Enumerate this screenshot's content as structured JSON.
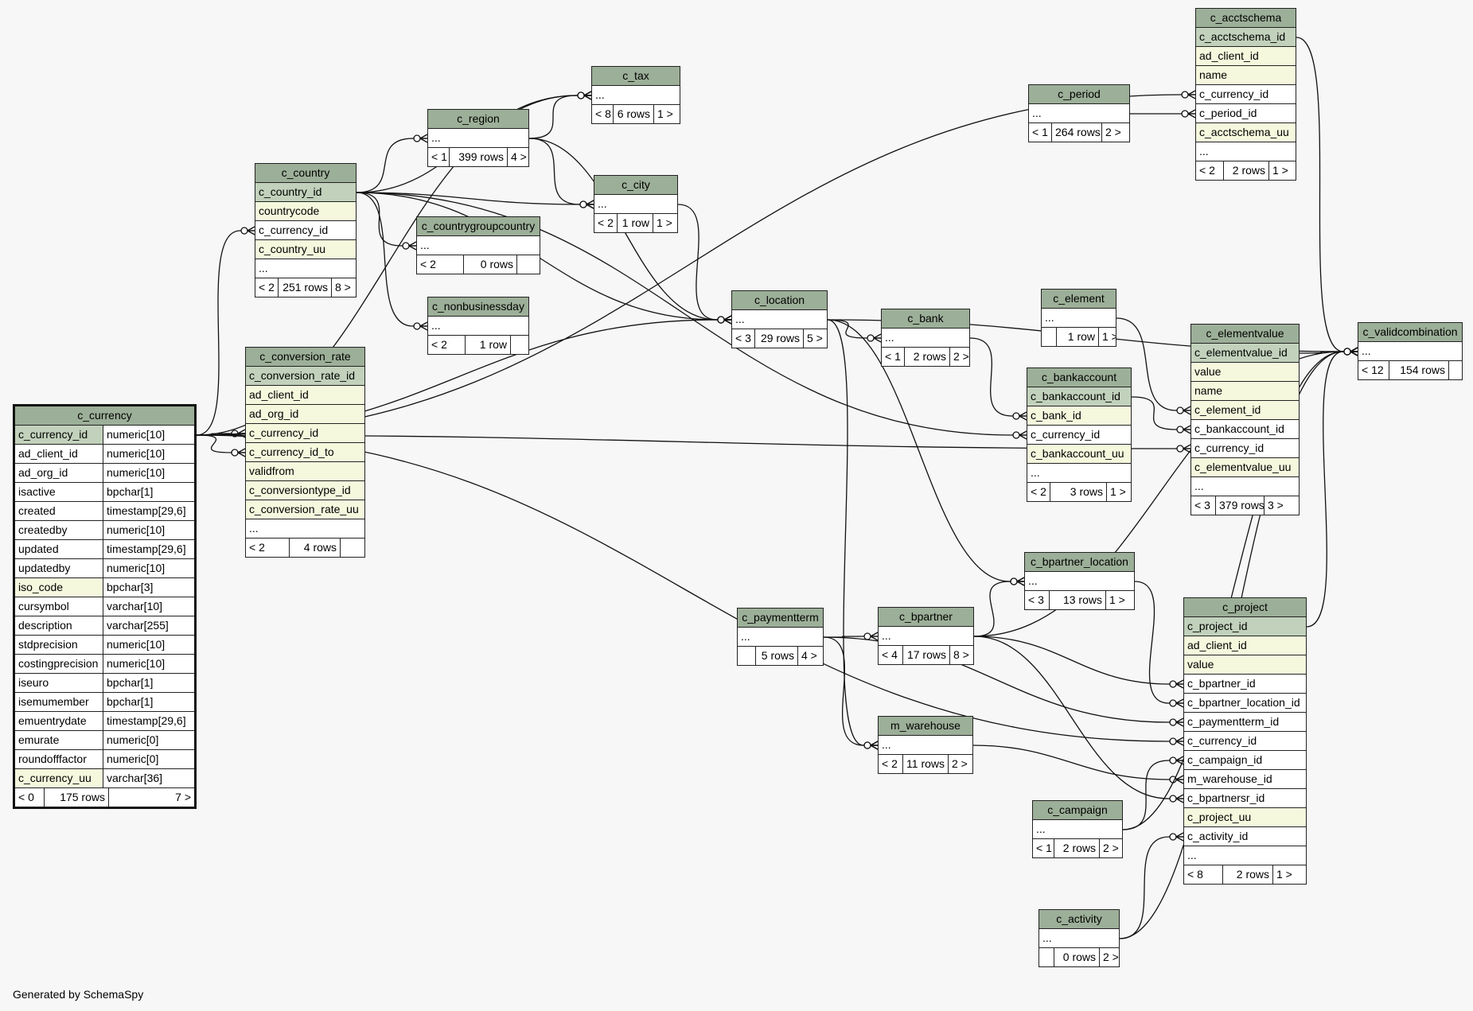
{
  "footer_text": "Generated by SchemaSpy",
  "colors": {
    "header": "#9caf98",
    "primary_key": "#c1d1bb",
    "indexed": "#f5f8dd",
    "plain": "#ffffff",
    "background": "#f7f7f7",
    "edge": "#111111"
  },
  "tables": [
    {
      "id": "c_currency",
      "name": "c_currency",
      "main": true,
      "columns": [
        {
          "name": "c_currency_id",
          "type": "numeric[10]",
          "kind": "pk"
        },
        {
          "name": "ad_client_id",
          "type": "numeric[10]",
          "kind": "plain"
        },
        {
          "name": "ad_org_id",
          "type": "numeric[10]",
          "kind": "plain"
        },
        {
          "name": "isactive",
          "type": "bpchar[1]",
          "kind": "plain"
        },
        {
          "name": "created",
          "type": "timestamp[29,6]",
          "kind": "plain"
        },
        {
          "name": "createdby",
          "type": "numeric[10]",
          "kind": "plain"
        },
        {
          "name": "updated",
          "type": "timestamp[29,6]",
          "kind": "plain"
        },
        {
          "name": "updatedby",
          "type": "numeric[10]",
          "kind": "plain"
        },
        {
          "name": "iso_code",
          "type": "bpchar[3]",
          "kind": "idx"
        },
        {
          "name": "cursymbol",
          "type": "varchar[10]",
          "kind": "plain"
        },
        {
          "name": "description",
          "type": "varchar[255]",
          "kind": "plain"
        },
        {
          "name": "stdprecision",
          "type": "numeric[10]",
          "kind": "plain"
        },
        {
          "name": "costingprecision",
          "type": "numeric[10]",
          "kind": "plain"
        },
        {
          "name": "iseuro",
          "type": "bpchar[1]",
          "kind": "plain"
        },
        {
          "name": "isemumember",
          "type": "bpchar[1]",
          "kind": "plain"
        },
        {
          "name": "emuentrydate",
          "type": "timestamp[29,6]",
          "kind": "plain"
        },
        {
          "name": "emurate",
          "type": "numeric[0]",
          "kind": "plain"
        },
        {
          "name": "roundofffactor",
          "type": "numeric[0]",
          "kind": "plain"
        },
        {
          "name": "c_currency_uu",
          "type": "varchar[36]",
          "kind": "idx"
        }
      ],
      "footer": [
        "< 0",
        "175 rows",
        "7 >"
      ]
    },
    {
      "id": "c_country",
      "name": "c_country",
      "columns": [
        {
          "name": "c_country_id",
          "kind": "pk"
        },
        {
          "name": "countrycode",
          "kind": "idx"
        },
        {
          "name": "c_currency_id",
          "kind": "plain"
        },
        {
          "name": "c_country_uu",
          "kind": "idx"
        },
        {
          "name": "...",
          "kind": "plain"
        }
      ],
      "footer": [
        "< 2",
        "251 rows",
        "8 >"
      ]
    },
    {
      "id": "c_conversion_rate",
      "name": "c_conversion_rate",
      "columns": [
        {
          "name": "c_conversion_rate_id",
          "kind": "pk"
        },
        {
          "name": "ad_client_id",
          "kind": "idx"
        },
        {
          "name": "ad_org_id",
          "kind": "idx"
        },
        {
          "name": "c_currency_id",
          "kind": "idx"
        },
        {
          "name": "c_currency_id_to",
          "kind": "idx"
        },
        {
          "name": "validfrom",
          "kind": "idx"
        },
        {
          "name": "c_conversiontype_id",
          "kind": "idx"
        },
        {
          "name": "c_conversion_rate_uu",
          "kind": "idx"
        },
        {
          "name": "...",
          "kind": "plain"
        }
      ],
      "footer": [
        "< 2",
        "4 rows",
        ""
      ]
    },
    {
      "id": "c_region",
      "name": "c_region",
      "columns": [
        {
          "name": "...",
          "kind": "plain"
        }
      ],
      "footer": [
        "< 1",
        "399 rows",
        "4 >"
      ]
    },
    {
      "id": "c_tax",
      "name": "c_tax",
      "columns": [
        {
          "name": "...",
          "kind": "plain"
        }
      ],
      "footer": [
        "< 8",
        "6 rows",
        "1 >"
      ]
    },
    {
      "id": "c_city",
      "name": "c_city",
      "columns": [
        {
          "name": "...",
          "kind": "plain"
        }
      ],
      "footer": [
        "< 2",
        "1 row",
        "1 >"
      ]
    },
    {
      "id": "c_countrygroupcountry",
      "name": "c_countrygroupcountry",
      "columns": [
        {
          "name": "...",
          "kind": "plain"
        }
      ],
      "footer": [
        "< 2",
        "0 rows",
        ""
      ]
    },
    {
      "id": "c_nonbusinessday",
      "name": "c_nonbusinessday",
      "columns": [
        {
          "name": "...",
          "kind": "plain"
        }
      ],
      "footer": [
        "< 2",
        "1 row",
        ""
      ]
    },
    {
      "id": "c_location",
      "name": "c_location",
      "columns": [
        {
          "name": "...",
          "kind": "plain"
        }
      ],
      "footer": [
        "< 3",
        "29 rows",
        "5 >"
      ]
    },
    {
      "id": "c_bank",
      "name": "c_bank",
      "columns": [
        {
          "name": "...",
          "kind": "plain"
        }
      ],
      "footer": [
        "< 1",
        "2 rows",
        "2 >"
      ]
    },
    {
      "id": "c_period",
      "name": "c_period",
      "columns": [
        {
          "name": "...",
          "kind": "plain"
        }
      ],
      "footer": [
        "< 1",
        "264 rows",
        "2 >"
      ]
    },
    {
      "id": "c_acctschema",
      "name": "c_acctschema",
      "columns": [
        {
          "name": "c_acctschema_id",
          "kind": "pk"
        },
        {
          "name": "ad_client_id",
          "kind": "idx"
        },
        {
          "name": "name",
          "kind": "idx"
        },
        {
          "name": "c_currency_id",
          "kind": "plain"
        },
        {
          "name": "c_period_id",
          "kind": "plain"
        },
        {
          "name": "c_acctschema_uu",
          "kind": "idx"
        },
        {
          "name": "...",
          "kind": "plain"
        }
      ],
      "footer": [
        "< 2",
        "2 rows",
        "1 >"
      ]
    },
    {
      "id": "c_element",
      "name": "c_element",
      "columns": [
        {
          "name": "...",
          "kind": "plain"
        }
      ],
      "footer": [
        "",
        "1 row",
        "1 >"
      ]
    },
    {
      "id": "c_bankaccount",
      "name": "c_bankaccount",
      "columns": [
        {
          "name": "c_bankaccount_id",
          "kind": "pk"
        },
        {
          "name": "c_bank_id",
          "kind": "idx"
        },
        {
          "name": "c_currency_id",
          "kind": "plain"
        },
        {
          "name": "c_bankaccount_uu",
          "kind": "idx"
        },
        {
          "name": "...",
          "kind": "plain"
        }
      ],
      "footer": [
        "< 2",
        "3 rows",
        "1 >"
      ]
    },
    {
      "id": "c_elementvalue",
      "name": "c_elementvalue",
      "columns": [
        {
          "name": "c_elementvalue_id",
          "kind": "pk"
        },
        {
          "name": "value",
          "kind": "idx"
        },
        {
          "name": "name",
          "kind": "idx"
        },
        {
          "name": "c_element_id",
          "kind": "idx"
        },
        {
          "name": "c_bankaccount_id",
          "kind": "plain"
        },
        {
          "name": "c_currency_id",
          "kind": "plain"
        },
        {
          "name": "c_elementvalue_uu",
          "kind": "idx"
        },
        {
          "name": "...",
          "kind": "plain"
        }
      ],
      "footer": [
        "< 3",
        "379 rows",
        "3 >"
      ]
    },
    {
      "id": "c_validcombination",
      "name": "c_validcombination",
      "columns": [
        {
          "name": "...",
          "kind": "plain"
        }
      ],
      "footer": [
        "< 12",
        "154 rows",
        ""
      ]
    },
    {
      "id": "c_bpartner_location",
      "name": "c_bpartner_location",
      "columns": [
        {
          "name": "...",
          "kind": "plain"
        }
      ],
      "footer": [
        "< 3",
        "13 rows",
        "1 >"
      ]
    },
    {
      "id": "c_paymentterm",
      "name": "c_paymentterm",
      "columns": [
        {
          "name": "...",
          "kind": "plain"
        }
      ],
      "footer": [
        "",
        "5 rows",
        "4 >"
      ]
    },
    {
      "id": "c_bpartner",
      "name": "c_bpartner",
      "columns": [
        {
          "name": "...",
          "kind": "plain"
        }
      ],
      "footer": [
        "< 4",
        "17 rows",
        "8 >"
      ]
    },
    {
      "id": "m_warehouse",
      "name": "m_warehouse",
      "columns": [
        {
          "name": "...",
          "kind": "plain"
        }
      ],
      "footer": [
        "< 2",
        "11 rows",
        "2 >"
      ]
    },
    {
      "id": "c_project",
      "name": "c_project",
      "columns": [
        {
          "name": "c_project_id",
          "kind": "pk"
        },
        {
          "name": "ad_client_id",
          "kind": "idx"
        },
        {
          "name": "value",
          "kind": "idx"
        },
        {
          "name": "c_bpartner_id",
          "kind": "plain"
        },
        {
          "name": "c_bpartner_location_id",
          "kind": "plain"
        },
        {
          "name": "c_paymentterm_id",
          "kind": "plain"
        },
        {
          "name": "c_currency_id",
          "kind": "plain"
        },
        {
          "name": "c_campaign_id",
          "kind": "plain"
        },
        {
          "name": "m_warehouse_id",
          "kind": "plain"
        },
        {
          "name": "c_bpartnersr_id",
          "kind": "plain"
        },
        {
          "name": "c_project_uu",
          "kind": "idx"
        },
        {
          "name": "c_activity_id",
          "kind": "plain"
        },
        {
          "name": "...",
          "kind": "plain"
        }
      ],
      "footer": [
        "< 8",
        "2 rows",
        "1 >"
      ]
    },
    {
      "id": "c_campaign",
      "name": "c_campaign",
      "columns": [
        {
          "name": "...",
          "kind": "plain"
        }
      ],
      "footer": [
        "< 1",
        "2 rows",
        "2 >"
      ]
    },
    {
      "id": "c_activity",
      "name": "c_activity",
      "columns": [
        {
          "name": "...",
          "kind": "plain"
        }
      ],
      "footer": [
        "",
        "0 rows",
        "2 >"
      ]
    }
  ],
  "relationships": [
    {
      "from": "c_country",
      "fromCol": "c_country_id",
      "to": "c_region"
    },
    {
      "from": "c_country",
      "fromCol": "c_country_id",
      "to": "c_tax"
    },
    {
      "from": "c_country",
      "fromCol": "c_country_id",
      "to": "c_city"
    },
    {
      "from": "c_country",
      "fromCol": "c_country_id",
      "to": "c_countrygroupcountry"
    },
    {
      "from": "c_country",
      "fromCol": "c_country_id",
      "to": "c_nonbusinessday"
    },
    {
      "from": "c_country",
      "fromCol": "c_country_id",
      "to": "c_location"
    },
    {
      "from": "c_country",
      "fromCol": "c_country_id",
      "to": "c_bankaccount",
      "toCol": "c_currency_id"
    },
    {
      "from": "c_region",
      "to": "c_tax"
    },
    {
      "from": "c_region",
      "to": "c_city"
    },
    {
      "from": "c_region",
      "to": "c_location"
    },
    {
      "from": "c_city",
      "to": "c_location"
    },
    {
      "from": "c_currency",
      "fromCol": "c_currency_id",
      "to": "c_country",
      "toCol": "c_currency_id"
    },
    {
      "from": "c_currency",
      "fromCol": "c_currency_id",
      "to": "c_conversion_rate",
      "toCol": "c_currency_id"
    },
    {
      "from": "c_currency",
      "fromCol": "c_currency_id",
      "to": "c_conversion_rate",
      "toCol": "c_currency_id_to"
    },
    {
      "from": "c_currency",
      "fromCol": "c_currency_id",
      "to": "c_acctschema",
      "toCol": "c_currency_id"
    },
    {
      "from": "c_currency",
      "fromCol": "c_currency_id",
      "to": "c_tax"
    },
    {
      "from": "c_currency",
      "fromCol": "c_currency_id",
      "to": "c_location"
    },
    {
      "from": "c_currency",
      "fromCol": "c_currency_id",
      "to": "c_elementvalue",
      "toCol": "c_currency_id"
    },
    {
      "from": "c_currency",
      "fromCol": "c_currency_id",
      "to": "c_project",
      "toCol": "c_currency_id"
    },
    {
      "from": "c_period",
      "to": "c_acctschema",
      "toCol": "c_period_id"
    },
    {
      "from": "c_location",
      "to": "c_bank"
    },
    {
      "from": "c_location",
      "to": "c_validcombination"
    },
    {
      "from": "c_location",
      "to": "c_bpartner_location"
    },
    {
      "from": "c_location",
      "to": "m_warehouse"
    },
    {
      "from": "c_bank",
      "to": "c_bankaccount",
      "toCol": "c_bank_id"
    },
    {
      "from": "c_element",
      "to": "c_elementvalue",
      "toCol": "c_element_id"
    },
    {
      "from": "c_bankaccount",
      "fromCol": "c_bankaccount_id",
      "to": "c_elementvalue",
      "toCol": "c_bankaccount_id"
    },
    {
      "from": "c_acctschema",
      "fromCol": "c_acctschema_id",
      "to": "c_validcombination"
    },
    {
      "from": "c_elementvalue",
      "fromCol": "c_elementvalue_id",
      "to": "c_validcombination"
    },
    {
      "from": "c_bpartner",
      "to": "c_bpartner_location"
    },
    {
      "from": "c_bpartner",
      "to": "c_validcombination"
    },
    {
      "from": "c_bpartner",
      "to": "c_project",
      "toCol": "c_bpartner_id"
    },
    {
      "from": "c_bpartner",
      "to": "c_project",
      "toCol": "c_bpartnersr_id"
    },
    {
      "from": "c_bpartner_location",
      "to": "c_project",
      "toCol": "c_bpartner_location_id"
    },
    {
      "from": "c_paymentterm",
      "to": "c_bpartner"
    },
    {
      "from": "c_paymentterm",
      "to": "c_project",
      "toCol": "c_paymentterm_id"
    },
    {
      "from": "c_paymentterm",
      "to": "m_warehouse"
    },
    {
      "from": "m_warehouse",
      "to": "c_project",
      "toCol": "m_warehouse_id"
    },
    {
      "from": "c_project",
      "fromCol": "c_project_id",
      "to": "c_validcombination"
    },
    {
      "from": "c_campaign",
      "to": "c_project",
      "toCol": "c_campaign_id"
    },
    {
      "from": "c_campaign",
      "to": "c_validcombination"
    },
    {
      "from": "c_activity",
      "to": "c_project",
      "toCol": "c_activity_id"
    },
    {
      "from": "c_activity",
      "to": "c_validcombination"
    }
  ]
}
